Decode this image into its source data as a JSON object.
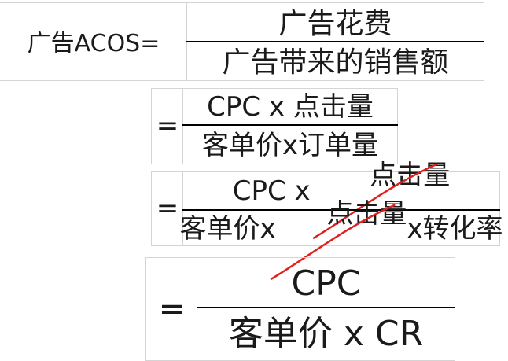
{
  "rows": [
    {
      "lhs": "广告ACOS=",
      "numerator": "广告花费",
      "denominator": "广告带来的销售额"
    },
    {
      "lhs": "=",
      "numerator": "CPC x 点击量",
      "denominator": "客单价x订单量"
    },
    {
      "lhs": "=",
      "numerator_parts": [
        {
          "text": "CPC x ",
          "struck": false
        },
        {
          "text": "点击量",
          "struck": true
        }
      ],
      "denominator_parts": [
        {
          "text": "客单价x",
          "struck": false
        },
        {
          "text": "点击量",
          "struck": true
        },
        {
          "text": "x转化率",
          "struck": false
        }
      ]
    },
    {
      "lhs": "=",
      "numerator": "CPC",
      "denominator": "客单价 x CR"
    }
  ],
  "colors": {
    "text": "#1a1a1a",
    "fraction_bar": "#000000",
    "gridline": "#d4d4d4",
    "strike": "#e0201c",
    "background": "#ffffff"
  }
}
